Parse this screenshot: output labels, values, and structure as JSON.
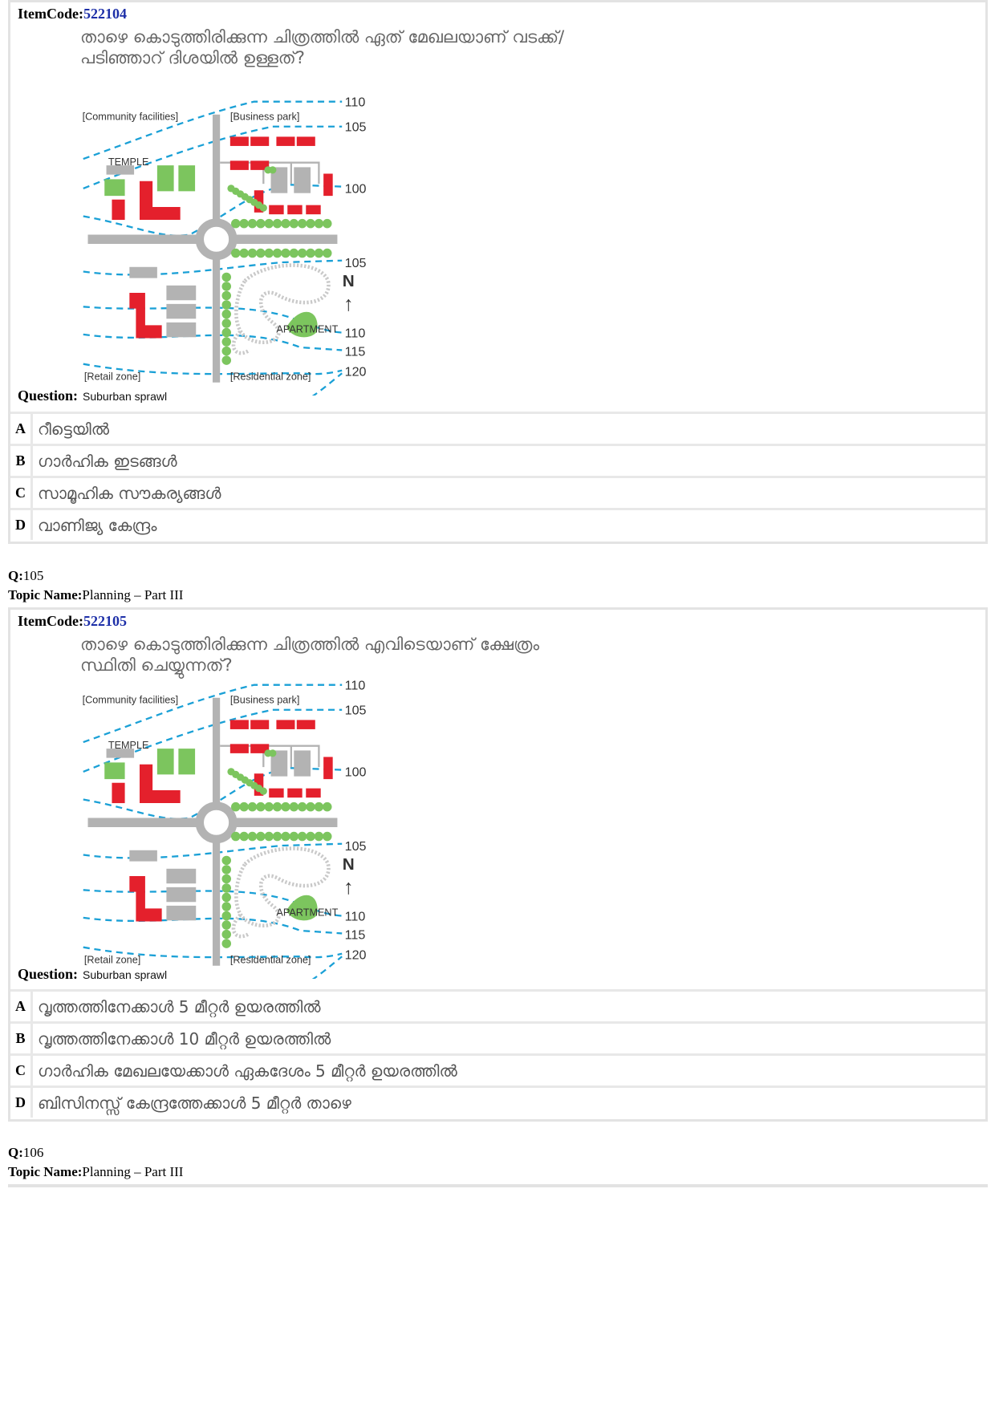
{
  "q104": {
    "itemcode_label": "ItemCode:",
    "itemcode": "522104",
    "text_line1": "താഴെ കൊടുത്തിരിക്കുന്ന ചിത്രത്തിൽ ഏത് മേഖലയാണ് വടക്ക്/",
    "text_line2": "പടിഞ്ഞാറ് ദിശയിൽ ഉള്ളത്?",
    "question_label": "Question:",
    "caption": "Suburban sprawl",
    "options": [
      {
        "letter": "A",
        "text": "റീട്ടെയിൽ"
      },
      {
        "letter": "B",
        "text": "ഗാർഹിക ഇടങ്ങൾ"
      },
      {
        "letter": "C",
        "text": "സാമൂഹിക സൗകര്യങ്ങൾ"
      },
      {
        "letter": "D",
        "text": "വാണിജ്യ കേന്ദ്രം"
      }
    ]
  },
  "q105_meta": {
    "q_label": "Q:",
    "q_num": "105",
    "topic_label": "Topic Name:",
    "topic": "Planning – Part III"
  },
  "q105": {
    "itemcode_label": "ItemCode:",
    "itemcode": "522105",
    "text_line1": "താഴെ കൊടുത്തിരിക്കുന്ന ചിത്രത്തിൽ എവിടെയാണ് ക്ഷേത്രം",
    "text_line2": "സ്ഥിതി ചെയ്യുന്നത്?",
    "question_label": "Question:",
    "caption": "Suburban sprawl",
    "options": [
      {
        "letter": "A",
        "text": "വൃത്തത്തിനേക്കാൾ 5 മീറ്റർ ഉയരത്തിൽ"
      },
      {
        "letter": "B",
        "text": "വൃത്തത്തിനേക്കാൾ  10 മീറ്റർ ഉയരത്തിൽ"
      },
      {
        "letter": "C",
        "text": "ഗാർഹിക മേഖലയേക്കാൾ ഏകദേശം 5 മീറ്റർ ഉയരത്തിൽ"
      },
      {
        "letter": "D",
        "text": "ബിസിനസ്സ് കേന്ദ്രത്തേക്കാൾ 5 മീറ്റർ താഴെ"
      }
    ]
  },
  "q106_meta": {
    "q_label": "Q:",
    "q_num": "106",
    "topic_label": "Topic Name:",
    "topic": "Planning – Part III"
  },
  "map": {
    "labels": {
      "community": "[Community facilities]",
      "business": "[Business park]",
      "temple": "TEMPLE",
      "apartment": "APARTMENT",
      "retail": "[Retail zone]",
      "residential": "[Residential zone]",
      "north": "N",
      "north_arrow": "↑"
    },
    "contours": [
      "110",
      "105",
      "100",
      "105",
      "110",
      "115",
      "120"
    ],
    "colors": {
      "red": "#e4202c",
      "green": "#7cc55e",
      "gray": "#b3b3b3",
      "blue": "#1aa0d6"
    }
  }
}
